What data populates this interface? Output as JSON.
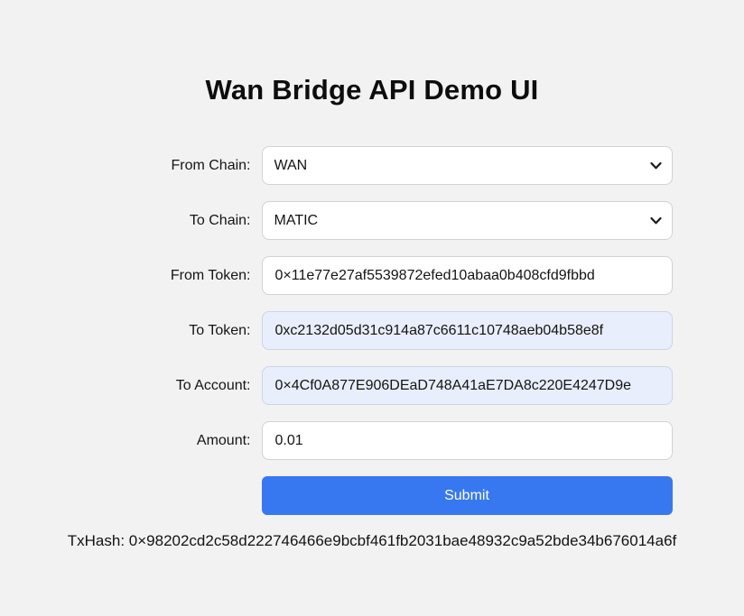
{
  "page": {
    "title": "Wan Bridge API Demo UI"
  },
  "form": {
    "fields": [
      {
        "label": "From Chain:",
        "type": "select",
        "value": "WAN"
      },
      {
        "label": "To Chain:",
        "type": "select",
        "value": "MATIC"
      },
      {
        "label": "From Token:",
        "type": "text-input",
        "value": "0×11e77e27af5539872efed10abaa0b408cfd9fbbd"
      },
      {
        "label": "To Token:",
        "type": "readonly-input",
        "value": "0xc2132d05d31c914a87c6611c10748aeb04b58e8f"
      },
      {
        "label": "To Account:",
        "type": "readonly-input",
        "value": "0×4Cf0A877E906DEaD748A41aE7DA8c220E4247D9e"
      },
      {
        "label": "Amount:",
        "type": "text-input",
        "value": "0.01"
      }
    ],
    "submit_label": "Submit"
  },
  "result": {
    "txhash_label": "TxHash:",
    "txhash_value": "098202cd2c58d222746466e9bcbf461fb2031bae48932c9a52bde34b676014a6f"
  },
  "result_fix": {
    "txhash_value": "0×98202cd2c58d222746466e9bcbf461fb2031bae48932c9a52bde34b676014a6f"
  },
  "colors": {
    "page_background": "#f2f2f2",
    "field_border": "#d2d2d2",
    "readonly_field_background": "#e8eefb",
    "accent_blue": "#3778f0",
    "submit_text": "#ffffff"
  },
  "icons": {
    "select_chevron": "chevron-down"
  }
}
